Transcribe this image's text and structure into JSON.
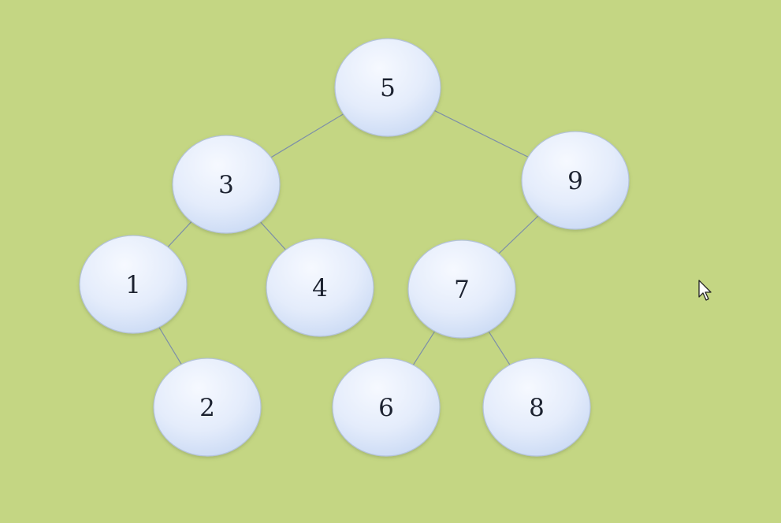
{
  "tree": {
    "nodes": [
      {
        "id": "n5",
        "label": "5"
      },
      {
        "id": "n3",
        "label": "3"
      },
      {
        "id": "n9",
        "label": "9"
      },
      {
        "id": "n1",
        "label": "1"
      },
      {
        "id": "n4",
        "label": "4"
      },
      {
        "id": "n7",
        "label": "7"
      },
      {
        "id": "n2",
        "label": "2"
      },
      {
        "id": "n6",
        "label": "6"
      },
      {
        "id": "n8",
        "label": "8"
      }
    ],
    "edges": [
      {
        "from": "n5",
        "to": "n3"
      },
      {
        "from": "n5",
        "to": "n9"
      },
      {
        "from": "n3",
        "to": "n1"
      },
      {
        "from": "n3",
        "to": "n4"
      },
      {
        "from": "n9",
        "to": "n7"
      },
      {
        "from": "n1",
        "to": "n2"
      },
      {
        "from": "n7",
        "to": "n6"
      },
      {
        "from": "n7",
        "to": "n8"
      }
    ]
  },
  "colors": {
    "background": "#c4d683",
    "node_fill_top": "#f4f8ff",
    "node_fill_bottom": "#ccdcf6",
    "edge": "#7d8fa8",
    "label": "#1c2230"
  },
  "icons": {
    "cursor": "mouse-pointer-icon"
  }
}
